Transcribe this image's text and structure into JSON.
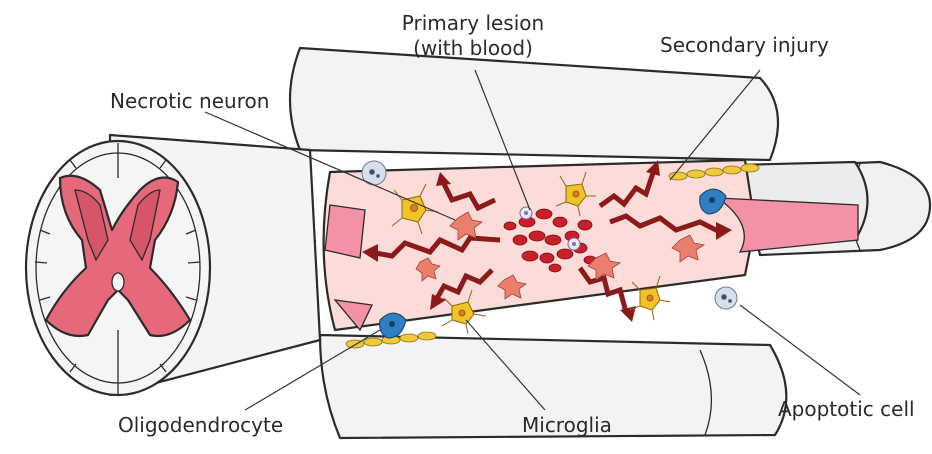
{
  "labels": {
    "primary_lesion_line1": "Primary lesion",
    "primary_lesion_line2": "(with blood)",
    "secondary_injury": "Secondary injury",
    "necrotic_neuron": "Necrotic neuron",
    "oligodendrocyte": "Oligodendrocyte",
    "microglia": "Microglia",
    "apoptotic_cell": "Apoptotic cell"
  },
  "colors": {
    "gray_matter": "#e5697a",
    "lesion_zone": "#fbd9d6",
    "pink_tract": "#f391a6",
    "tube_white": "#f1f1f1",
    "red_cell": "#c8202a",
    "zigzag": "#8b1a1a",
    "neuron": "#ec7e6e",
    "microglia": "#f3c227",
    "myelin": "#f0c93a",
    "oligo_blue": "#2f7fc4",
    "apoptotic": "#d7dfec"
  },
  "icons": [
    "spinal-cord-cross-section-icon",
    "red-blood-cell-icon",
    "zigzag-arrow-icon",
    "necrotic-neuron-icon",
    "microglia-icon",
    "oligodendrocyte-icon",
    "apoptotic-cell-icon"
  ]
}
